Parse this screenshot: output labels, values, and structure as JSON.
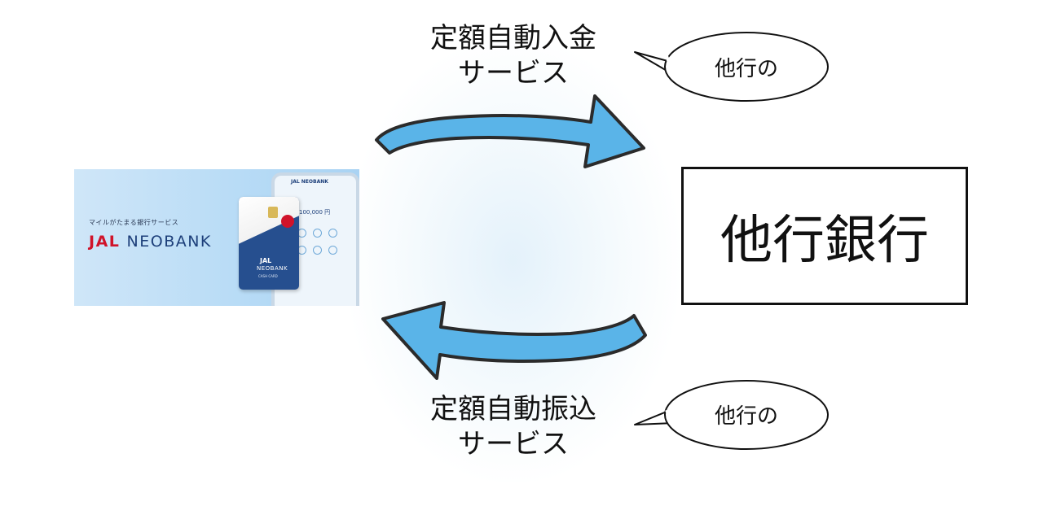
{
  "banner": {
    "tagline": "マイルがたまる銀行サービス",
    "logo_jal": "JAL",
    "logo_neobank": "NEOBANK",
    "phone_title": "JAL NEOBANK",
    "phone_amount": "100,000 円",
    "card_jal": "JAL",
    "card_neobank": "NEOBANK",
    "card_sub": "CASH CARD"
  },
  "top_flow": {
    "label_line1": "定額自動入金",
    "label_line2": "サービス",
    "bubble": "他行の",
    "direction": "left-to-right"
  },
  "bottom_flow": {
    "label_line1": "定額自動振込",
    "label_line2": "サービス",
    "bubble": "他行の",
    "direction": "right-to-left"
  },
  "target": {
    "label": "他行銀行"
  },
  "colors": {
    "arrow_fill": "#5ab4e8",
    "arrow_outline": "#2b2b2b",
    "box_border": "#111111"
  }
}
